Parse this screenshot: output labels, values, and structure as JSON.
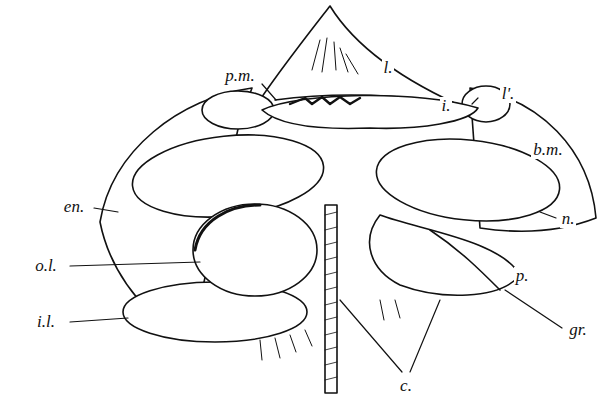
{
  "diagram": {
    "labels": [
      "l.",
      "p.m.",
      "i.",
      "l'.",
      "b.m.",
      "en.",
      "n.",
      "o.l.",
      "p.",
      "i.l.",
      "gr.",
      "c."
    ]
  }
}
